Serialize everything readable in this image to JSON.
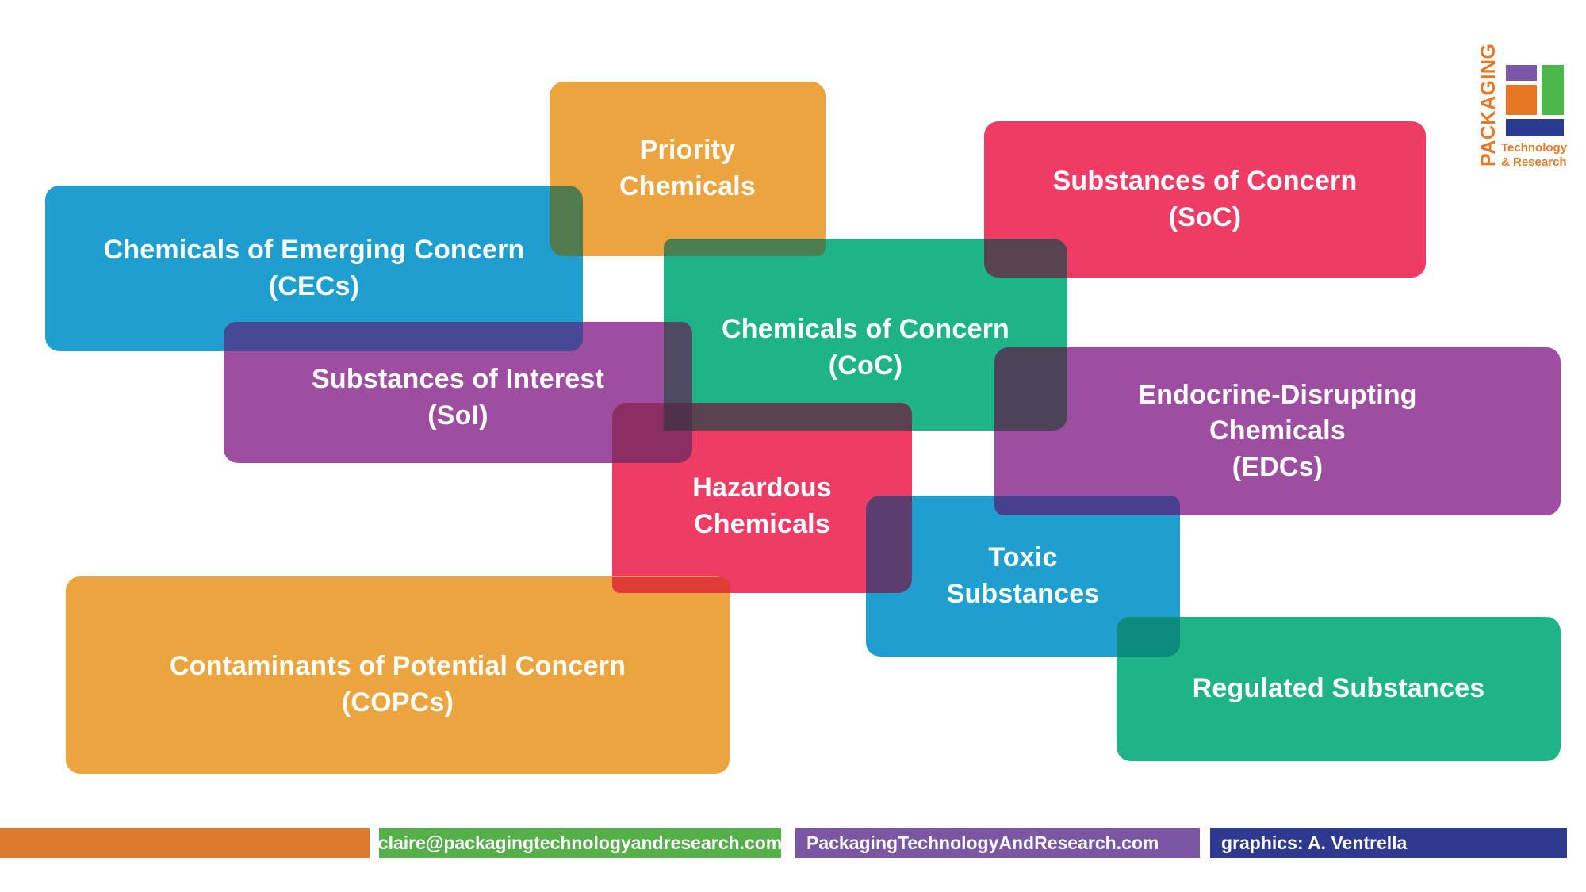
{
  "boxes": [
    {
      "id": "priority-chemicals",
      "label": "Priority\nChemicals",
      "color": "#EBA43E"
    },
    {
      "id": "substances-of-concern",
      "label": "Substances of Concern\n(SoC)",
      "color": "#EE3C64"
    },
    {
      "id": "chemicals-of-emerging-concern",
      "label": "Chemicals of Emerging Concern\n(CECs)",
      "color": "#1E9FD0"
    },
    {
      "id": "chemicals-of-concern",
      "label": "Chemicals of Concern\n(CoC)",
      "color": "#1FB487"
    },
    {
      "id": "substances-of-interest",
      "label": "Substances of Interest\n(SoI)",
      "color": "#9D4EA0"
    },
    {
      "id": "endocrine-disrupting-chemicals",
      "label": "Endocrine-Disrupting\nChemicals\n(EDCs)",
      "color": "#9D4EA0"
    },
    {
      "id": "hazardous-chemicals",
      "label": "Hazardous\nChemicals",
      "color": "#EE3C64"
    },
    {
      "id": "toxic-substances",
      "label": "Toxic\nSubstances",
      "color": "#1E9FD0"
    },
    {
      "id": "contaminants-of-potential-concern",
      "label": "Contaminants of Potential Concern\n(COPCs)",
      "color": "#EBA43E"
    },
    {
      "id": "regulated-substances",
      "label": "Regulated Substances",
      "color": "#1FB487"
    }
  ],
  "overlaps": [
    {
      "id": "cecs-x-priority",
      "color": "#507B4F"
    },
    {
      "id": "coc-x-priority",
      "color": "#4A7E51"
    },
    {
      "id": "soc-x-coc",
      "color": "#584350"
    },
    {
      "id": "soi-x-cecs",
      "color": "#464995"
    },
    {
      "id": "soi-x-coc",
      "color": "#4E4A62"
    },
    {
      "id": "edcs-x-coc",
      "color": "#4B4358"
    },
    {
      "id": "hazardous-x-soi",
      "color": "#8A2E63"
    },
    {
      "id": "hazardous-x-coc",
      "color": "#5A424E"
    },
    {
      "id": "hazardous-x-soi-x-coc",
      "color": "#4E3048"
    },
    {
      "id": "copcs-x-hazardous",
      "color": "#E03B37"
    },
    {
      "id": "toxic-x-hazardous",
      "color": "#5C3D70"
    },
    {
      "id": "toxic-x-edcs",
      "color": "#474090"
    },
    {
      "id": "toxic-x-regulated",
      "color": "#0C8C7E"
    }
  ],
  "logo": {
    "vertical_text": "PACKAGING",
    "subtext": "Technology\n& Research",
    "text_color": "#E87725",
    "square_purple": "#7C57A5",
    "square_orange": "#E87725",
    "square_green": "#4CB849",
    "square_blue": "#283B8F"
  },
  "footer": {
    "email": "claire@packagingtechnologyandresearch.com",
    "website": "PackagingTechnologyAndResearch.com",
    "credit": "graphics: A. Ventrella",
    "bar_orange": "#DC7A2E",
    "bar_green": "#55B04A",
    "bar_purple": "#7A56A3",
    "bar_blue": "#2D3A8F"
  }
}
